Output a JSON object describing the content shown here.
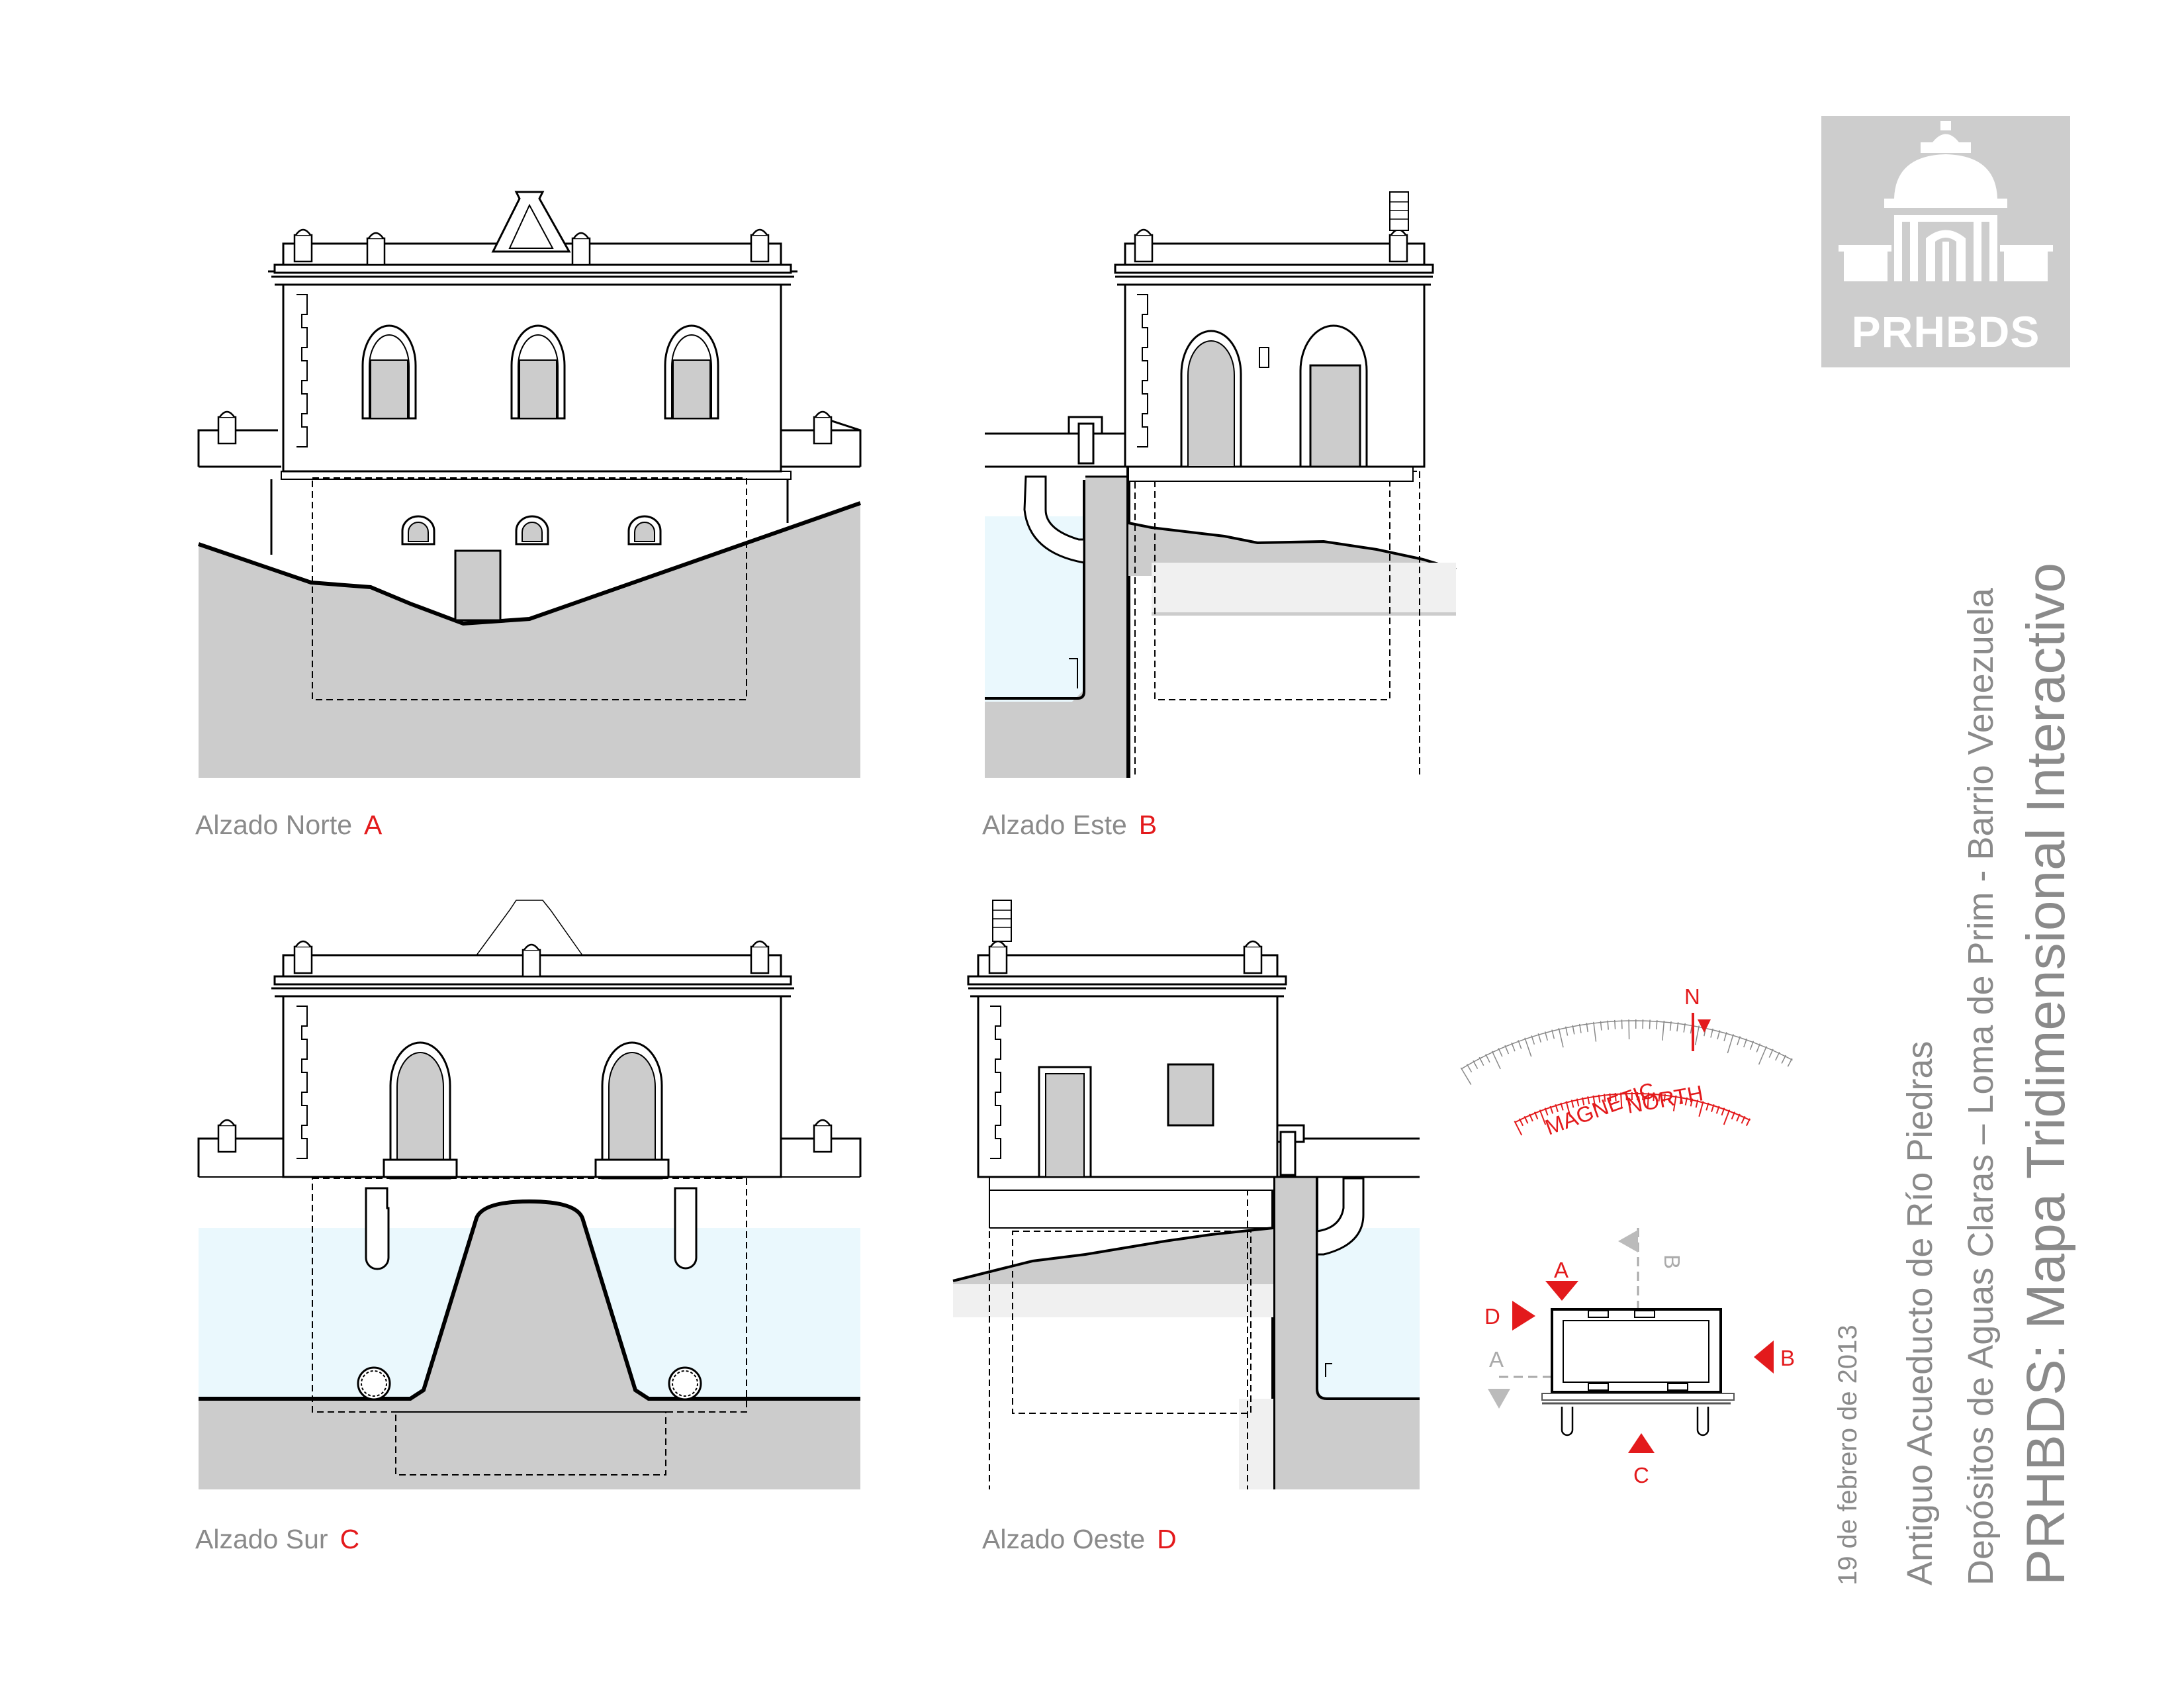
{
  "elevations": [
    {
      "label": "Alzado Norte",
      "letter": "A"
    },
    {
      "label": "Alzado Este",
      "letter": "B"
    },
    {
      "label": "Alzado Sur",
      "letter": "C"
    },
    {
      "label": "Alzado Oeste",
      "letter": "D"
    }
  ],
  "title_block": {
    "date": "19 de febrero de 2013",
    "line1": "Antiguo Acueducto de Río Piedras",
    "line2": "Depósitos de Aguas Claras – Loma de Prim - Barrio Venezuela",
    "line3": "PRHBDS: Mapa Tridimensional Interactivo"
  },
  "logo": {
    "text": "PRHBDS"
  },
  "compass": {
    "north": "N",
    "magnetic": "MAGNETIC",
    "magnetic_north": "NORTH"
  },
  "key_plan": {
    "markers": [
      "A",
      "B",
      "C",
      "D"
    ]
  },
  "colors": {
    "accent": "#e31a1c",
    "ground": "#cccccc",
    "water": "#eaf8fd",
    "text": "#8a8a8a"
  }
}
